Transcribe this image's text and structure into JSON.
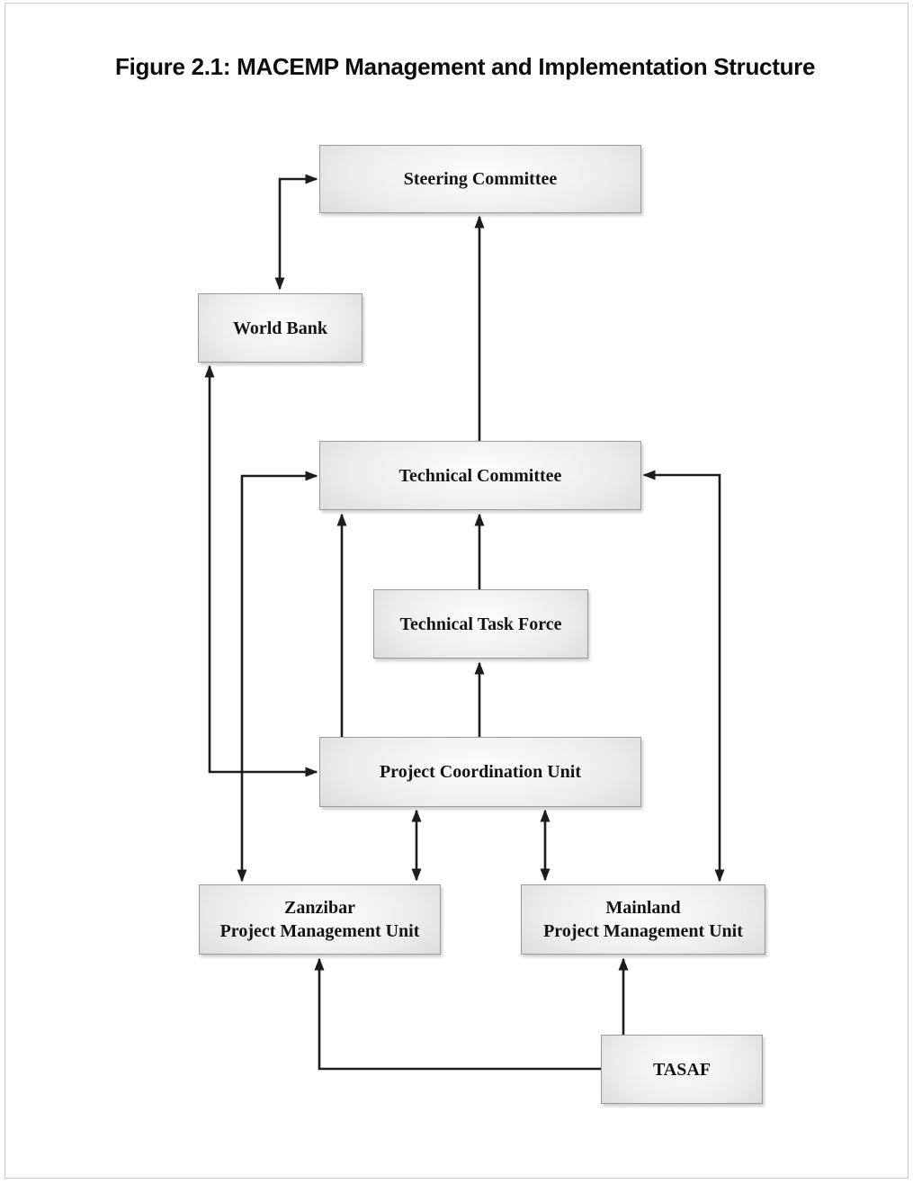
{
  "figure": {
    "title": "Figure 2.1: MACEMP Management and Implementation Structure"
  },
  "nodes": {
    "steering_committee": {
      "label": "Steering Committee"
    },
    "world_bank": {
      "label": "World Bank"
    },
    "technical_committee": {
      "label": "Technical Committee"
    },
    "technical_task_force": {
      "label": "Technical Task Force"
    },
    "project_coordination_unit": {
      "label": "Project Coordination Unit"
    },
    "zanzibar_pmu": {
      "line1": "Zanzibar",
      "line2": "Project Management Unit"
    },
    "mainland_pmu": {
      "line1": "Mainland",
      "line2": "Project Management Unit"
    },
    "tasaf": {
      "label": "TASAF"
    }
  },
  "edges": [
    {
      "from": "World Bank",
      "to": "Steering Committee",
      "direction": "bidirectional"
    },
    {
      "from": "Technical Committee",
      "to": "Steering Committee",
      "direction": "one-way"
    },
    {
      "from": "Zanzibar Project Management Unit",
      "to": "Technical Committee",
      "direction": "bidirectional"
    },
    {
      "from": "Mainland Project Management Unit",
      "to": "Technical Committee",
      "direction": "bidirectional"
    },
    {
      "from": "World Bank",
      "to": "Project Coordination Unit",
      "direction": "bidirectional"
    },
    {
      "from": "Project Coordination Unit",
      "to": "Technical Committee",
      "direction": "one-way"
    },
    {
      "from": "Technical Task Force",
      "to": "Technical Committee",
      "direction": "one-way"
    },
    {
      "from": "Project Coordination Unit",
      "to": "Technical Task Force",
      "direction": "one-way"
    },
    {
      "from": "Project Coordination Unit",
      "to": "Zanzibar Project Management Unit",
      "direction": "bidirectional"
    },
    {
      "from": "Project Coordination Unit",
      "to": "Mainland Project Management Unit",
      "direction": "bidirectional"
    },
    {
      "from": "TASAF",
      "to": "Mainland Project Management Unit",
      "direction": "one-way"
    },
    {
      "from": "TASAF",
      "to": "Zanzibar Project Management Unit",
      "direction": "one-way"
    }
  ],
  "colors": {
    "line": "#1c1c1c",
    "box_border": "#9a9a9a",
    "box_fill_center": "#fdfdfd",
    "box_fill_edge": "#c3c3c3",
    "text": "#141414",
    "background": "#ffffff"
  }
}
